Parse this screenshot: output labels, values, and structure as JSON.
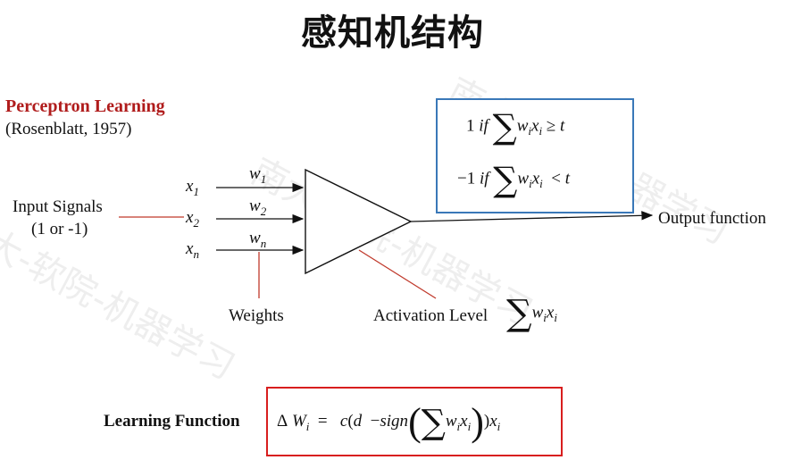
{
  "title": "感知机结构",
  "reference": {
    "name": "Perceptron Learning",
    "citation": "(Rosenblatt, 1957)"
  },
  "inputs": {
    "label_line1": "Input Signals",
    "label_line2": "(1 or -1)",
    "vars": [
      {
        "base": "x",
        "sub": "1"
      },
      {
        "base": "x",
        "sub": "2"
      },
      {
        "base": "x",
        "sub": "n"
      }
    ],
    "weights": [
      {
        "base": "w",
        "sub": "1"
      },
      {
        "base": "w",
        "sub": "2"
      },
      {
        "base": "w",
        "sub": "n"
      }
    ]
  },
  "weights_label": "Weights",
  "activation_label": "Activation Level",
  "sum_expr": {
    "sigma": "∑",
    "w": "w",
    "i": "i",
    "x": "x"
  },
  "output_label": "Output function",
  "output_rules": {
    "rule1": {
      "value": "1",
      "cond": "if",
      "op": "≥",
      "thresh": "t"
    },
    "rule2": {
      "value": "−1",
      "cond": "if",
      "op": "<",
      "thresh": "t"
    }
  },
  "learning": {
    "label": "Learning Function",
    "delta": "Δ",
    "W": "W",
    "eq": "=",
    "c": "c",
    "d": "d",
    "minus": "−",
    "sign": "sign"
  },
  "watermarks": [
    "南大-软院-机器学习",
    "南大-软院-机器学习",
    "大-软院-机器学习"
  ],
  "colors": {
    "title": "#000000",
    "reference_name": "#b01c1c",
    "output_box": "#3a78b8",
    "learning_box": "#d81e1e",
    "leader_lines": "#c0392b"
  }
}
